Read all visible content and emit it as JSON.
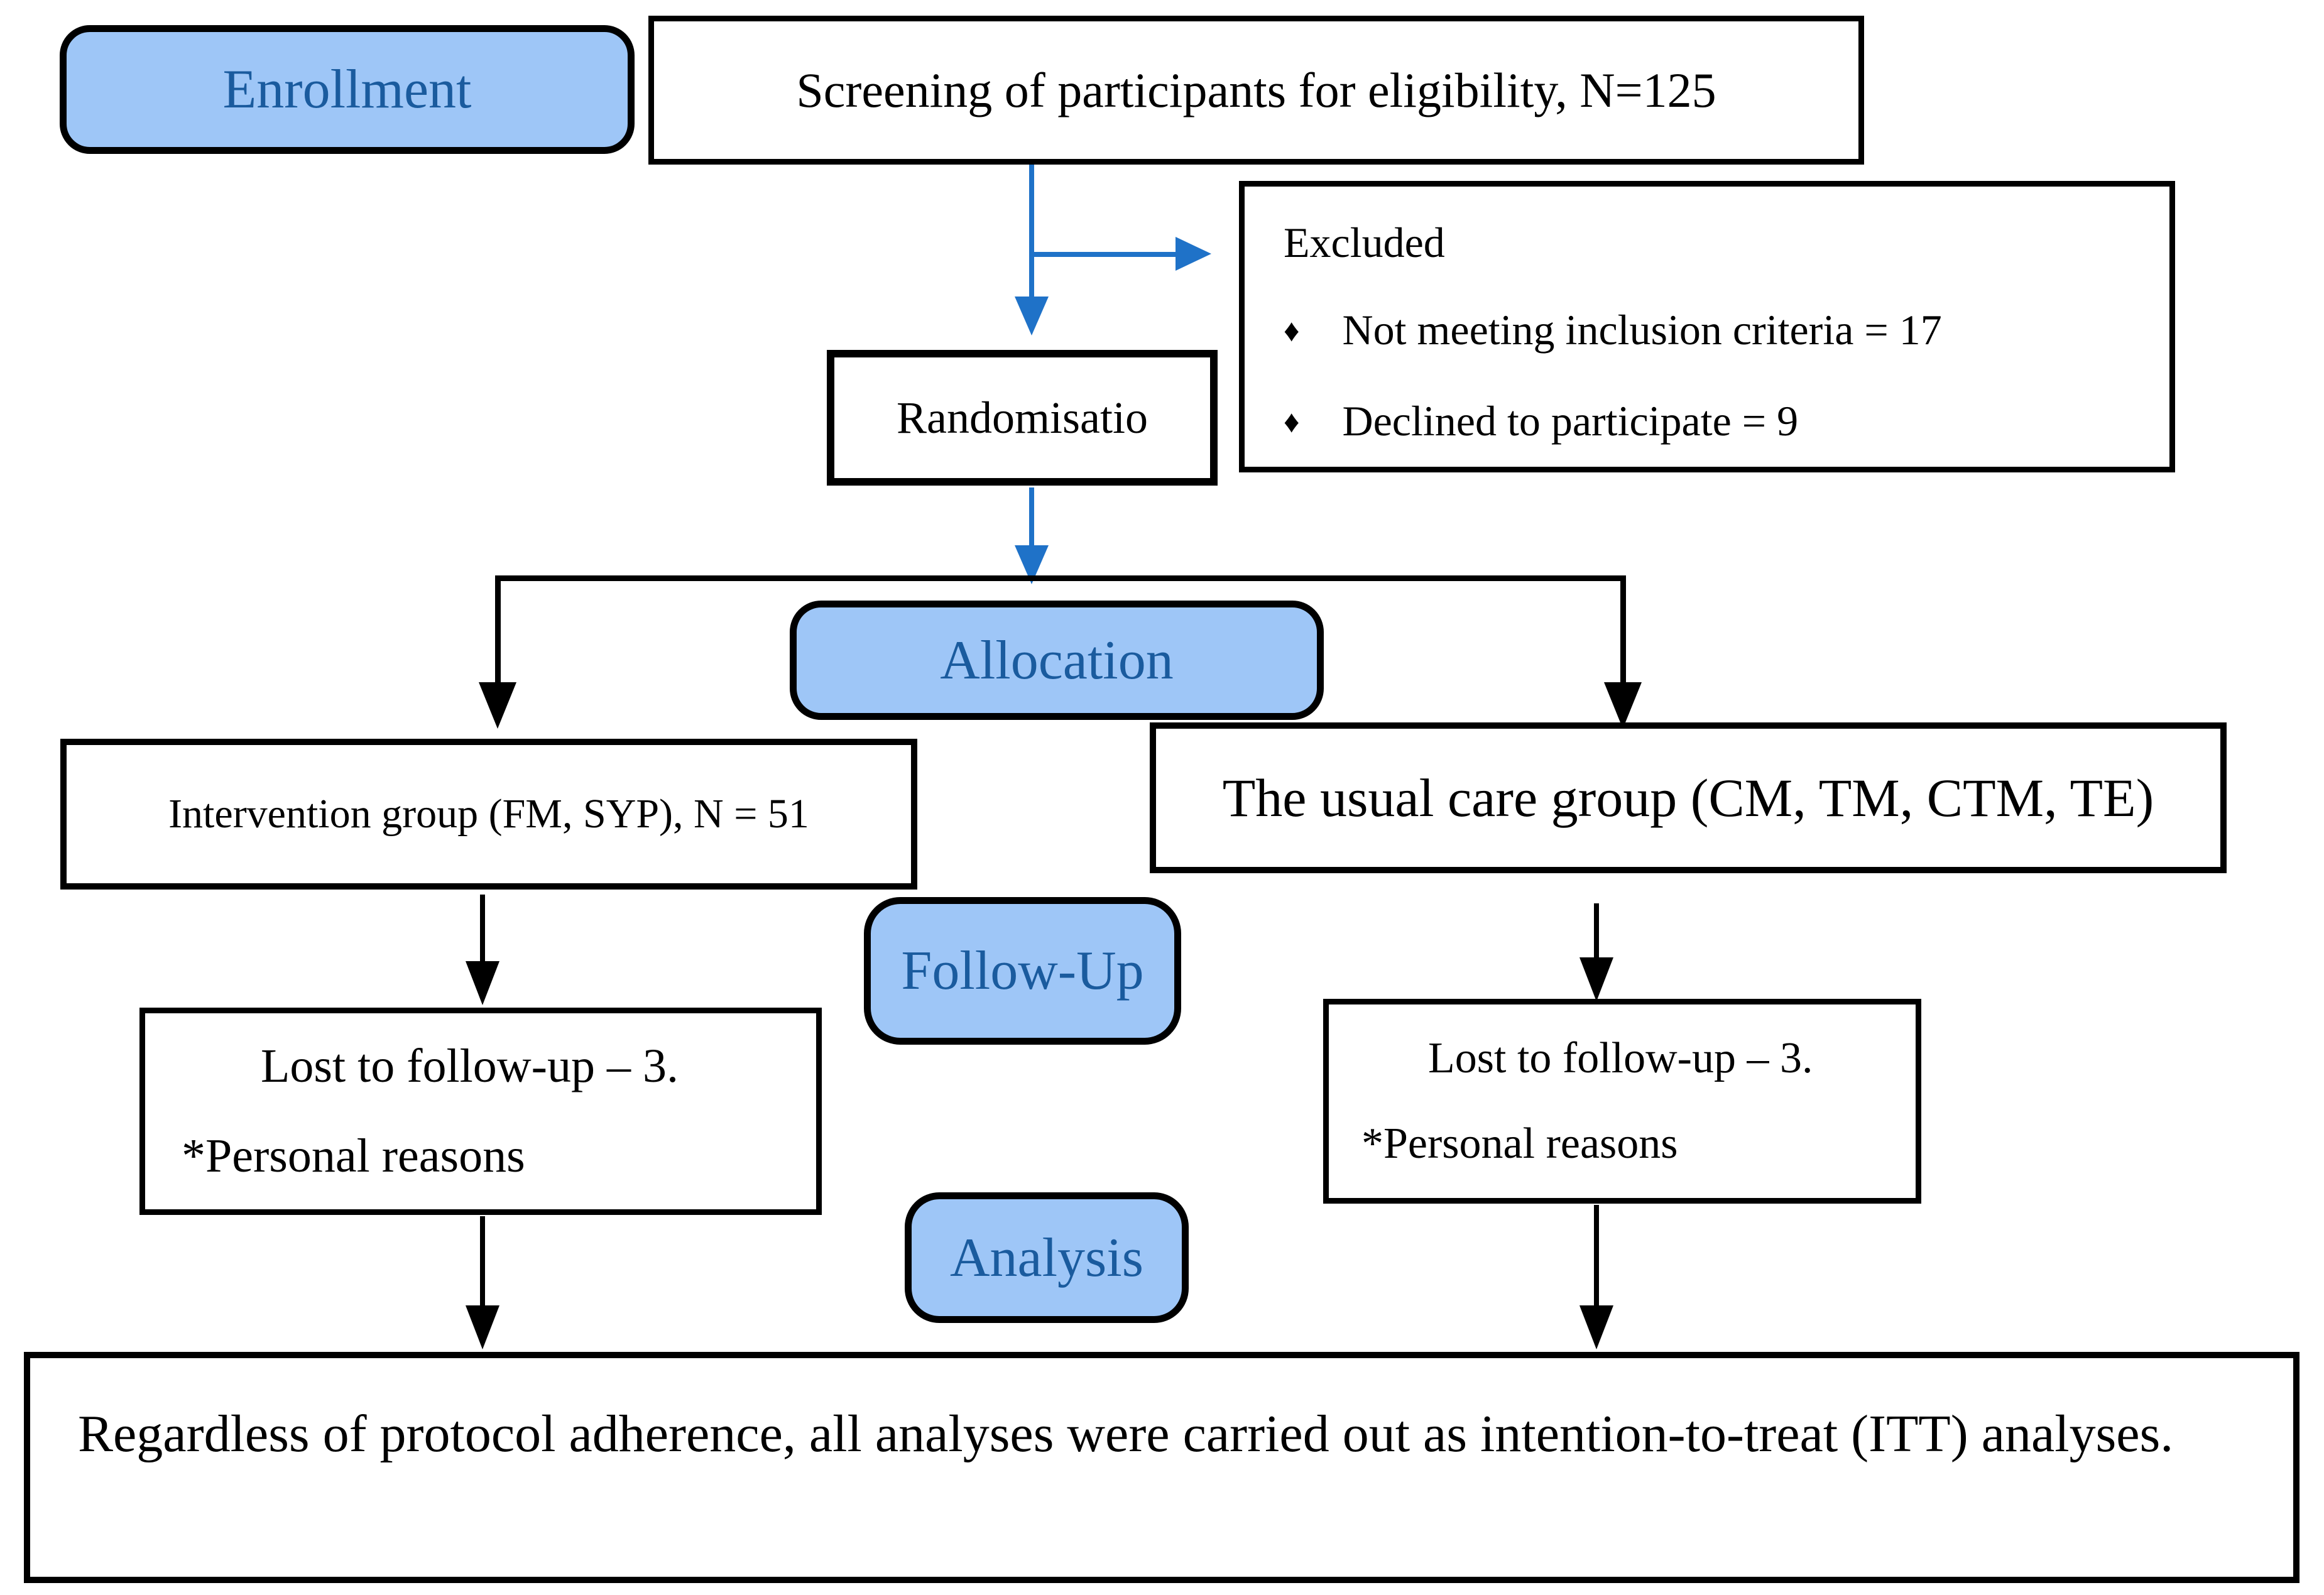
{
  "figure": {
    "type": "consort-flow-diagram",
    "colors": {
      "stage_fill": "#9EC6F7",
      "stage_text": "#1A5B9E",
      "arrow_blue": "#1F72C8",
      "line_black": "#000000",
      "box_background": "#FFFFFF"
    },
    "stages": {
      "enrollment": "Enrollment",
      "allocation": "Allocation",
      "follow_up": "Follow-Up",
      "analysis": "Analysis"
    },
    "screening": {
      "text": "Screening of participants for eligibility, N=125"
    },
    "excluded": {
      "title": "Excluded",
      "bullet_glyph": "♦",
      "items": [
        {
          "text": "Not meeting inclusion criteria = 17"
        },
        {
          "text": "Declined to participate = 9"
        }
      ]
    },
    "randomisation": {
      "text": "Randomisatio"
    },
    "groups": {
      "intervention": {
        "text": "Intervention group (FM, SYP), N = 51"
      },
      "usual_care": {
        "text": "The usual care group (CM, TM, CTM, TE)"
      }
    },
    "follow_up_losses": {
      "left": {
        "line1": "Lost to follow-up – 3.",
        "line2": "*Personal reasons"
      },
      "right": {
        "line1": "Lost to follow-up – 3.",
        "line2": "*Personal reasons"
      }
    },
    "analysis_note": {
      "text": "Regardless of protocol adherence, all analyses were carried out as intention-to-treat (ITT) analyses."
    }
  }
}
